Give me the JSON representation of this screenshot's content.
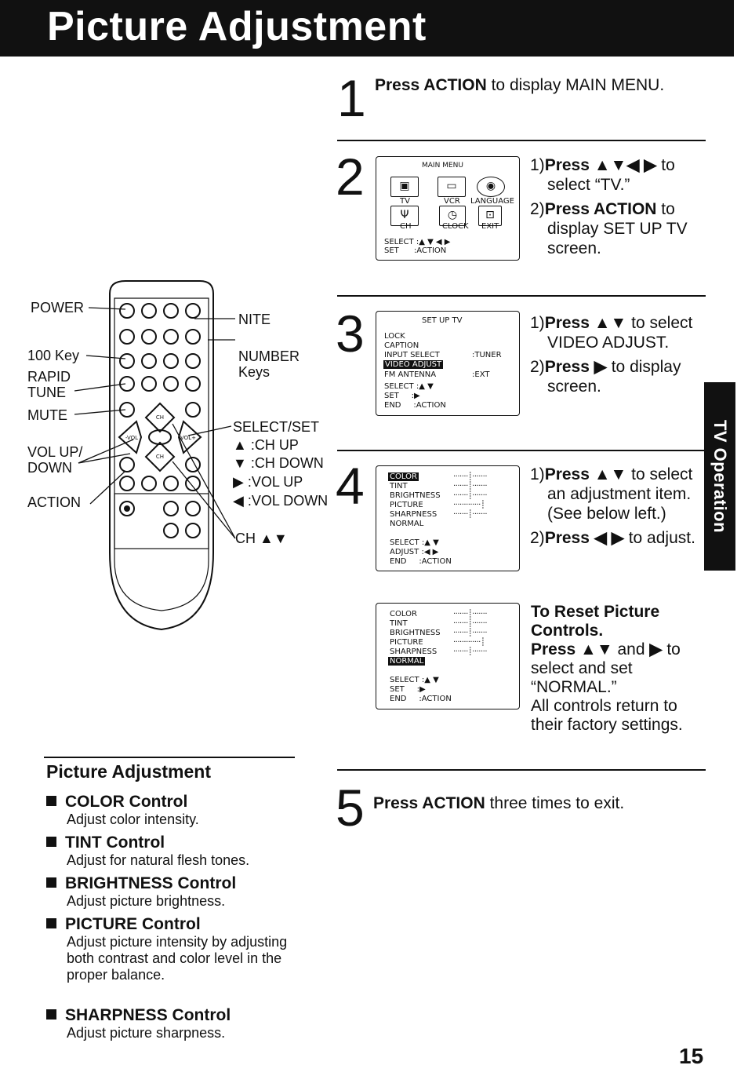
{
  "page_title": "Picture Adjustment",
  "side_tab": "TV Operation",
  "page_number": "15",
  "steps": {
    "s1": {
      "num": "1",
      "bold": "Press ACTION",
      "rest": " to display MAIN MENU."
    },
    "s2": {
      "num": "2",
      "l1_num": "1)",
      "l1_bold": "Press ▲▼◀ ▶",
      "l1_rest": " to select “TV.”",
      "l2_num": "2)",
      "l2_bold": "Press ACTION",
      "l2_rest": " to display SET UP TV screen."
    },
    "s3": {
      "num": "3",
      "l1_num": "1)",
      "l1_bold": "Press ▲▼",
      "l1_rest": " to select VIDEO ADJUST.",
      "l2_num": "2)",
      "l2_bold": "Press ▶",
      "l2_rest": " to display screen."
    },
    "s4": {
      "num": "4",
      "l1_num": "1)",
      "l1_bold": "Press ▲▼",
      "l1_rest": " to select an adjustment item. (See below left.)",
      "l2_num": "2)",
      "l2_bold": "Press ◀ ▶",
      "l2_rest": " to adjust."
    },
    "reset": {
      "title": "To Reset Picture Controls.",
      "bold": "Press ▲▼",
      "mid": " and ",
      "bold2": "▶",
      "rest": " to select and set “NORMAL.”",
      "note": "All controls return to their factory settings."
    },
    "s5": {
      "num": "5",
      "bold": "Press ACTION",
      "rest": " three times to exit."
    }
  },
  "main_menu": {
    "title": "MAIN MENU",
    "icons": [
      "TV",
      "VCR",
      "LANGUAGE",
      "CH",
      "CLOCK",
      "EXIT"
    ],
    "select": "SELECT :▲ ▼ ◀ ▶",
    "set": "SET      :ACTION"
  },
  "setup_tv": {
    "title": "SET UP TV",
    "items": [
      "LOCK",
      "CAPTION",
      "INPUT SELECT",
      "VIDEO ADJUST",
      "FM ANTENNA"
    ],
    "input_value": ":TUNER",
    "fm_value": ":EXT",
    "select": "SELECT :▲ ▼",
    "set": "SET     :▶",
    "end": "END     :ACTION"
  },
  "adjust_menu": {
    "items": [
      "COLOR",
      "TINT",
      "BRIGHTNESS",
      "PICTURE",
      "SHARPNESS",
      "NORMAL"
    ],
    "select": "SELECT :▲ ▼",
    "adjust": "ADJUST :◀ ▶",
    "end": "END     :ACTION"
  },
  "normal_menu": {
    "items": [
      "COLOR",
      "TINT",
      "BRIGHTNESS",
      "PICTURE",
      "SHARPNESS",
      "NORMAL"
    ],
    "select": "SELECT :▲ ▼",
    "set": "SET     :▶",
    "end": "END     :ACTION"
  },
  "remote_labels": {
    "power": "POWER",
    "key100": "100 Key",
    "rapid": "RAPID",
    "tune": "TUNE",
    "mute": "MUTE",
    "volup": "VOL UP/",
    "down": "DOWN",
    "action": "ACTION",
    "nite": "NITE",
    "number": "NUMBER",
    "keys": "Keys",
    "selectset": "SELECT/SET",
    "chup": "▲ :CH UP",
    "chdown": "▼ :CH DOWN",
    "volupr": "▶ :VOL UP",
    "voldown": "◀ :VOL DOWN",
    "ch": "CH ▲▼"
  },
  "picture_adjustment": {
    "heading": "Picture Adjustment",
    "items": [
      {
        "title": "COLOR Control",
        "desc": "Adjust color intensity."
      },
      {
        "title": "TINT Control",
        "desc": "Adjust for natural flesh tones."
      },
      {
        "title": "BRIGHTNESS Control",
        "desc": "Adjust picture brightness."
      },
      {
        "title": "PICTURE Control",
        "desc": "Adjust picture intensity by adjusting both contrast and color level in the proper balance."
      },
      {
        "title": "SHARPNESS Control",
        "desc": "Adjust picture sharpness."
      }
    ]
  }
}
